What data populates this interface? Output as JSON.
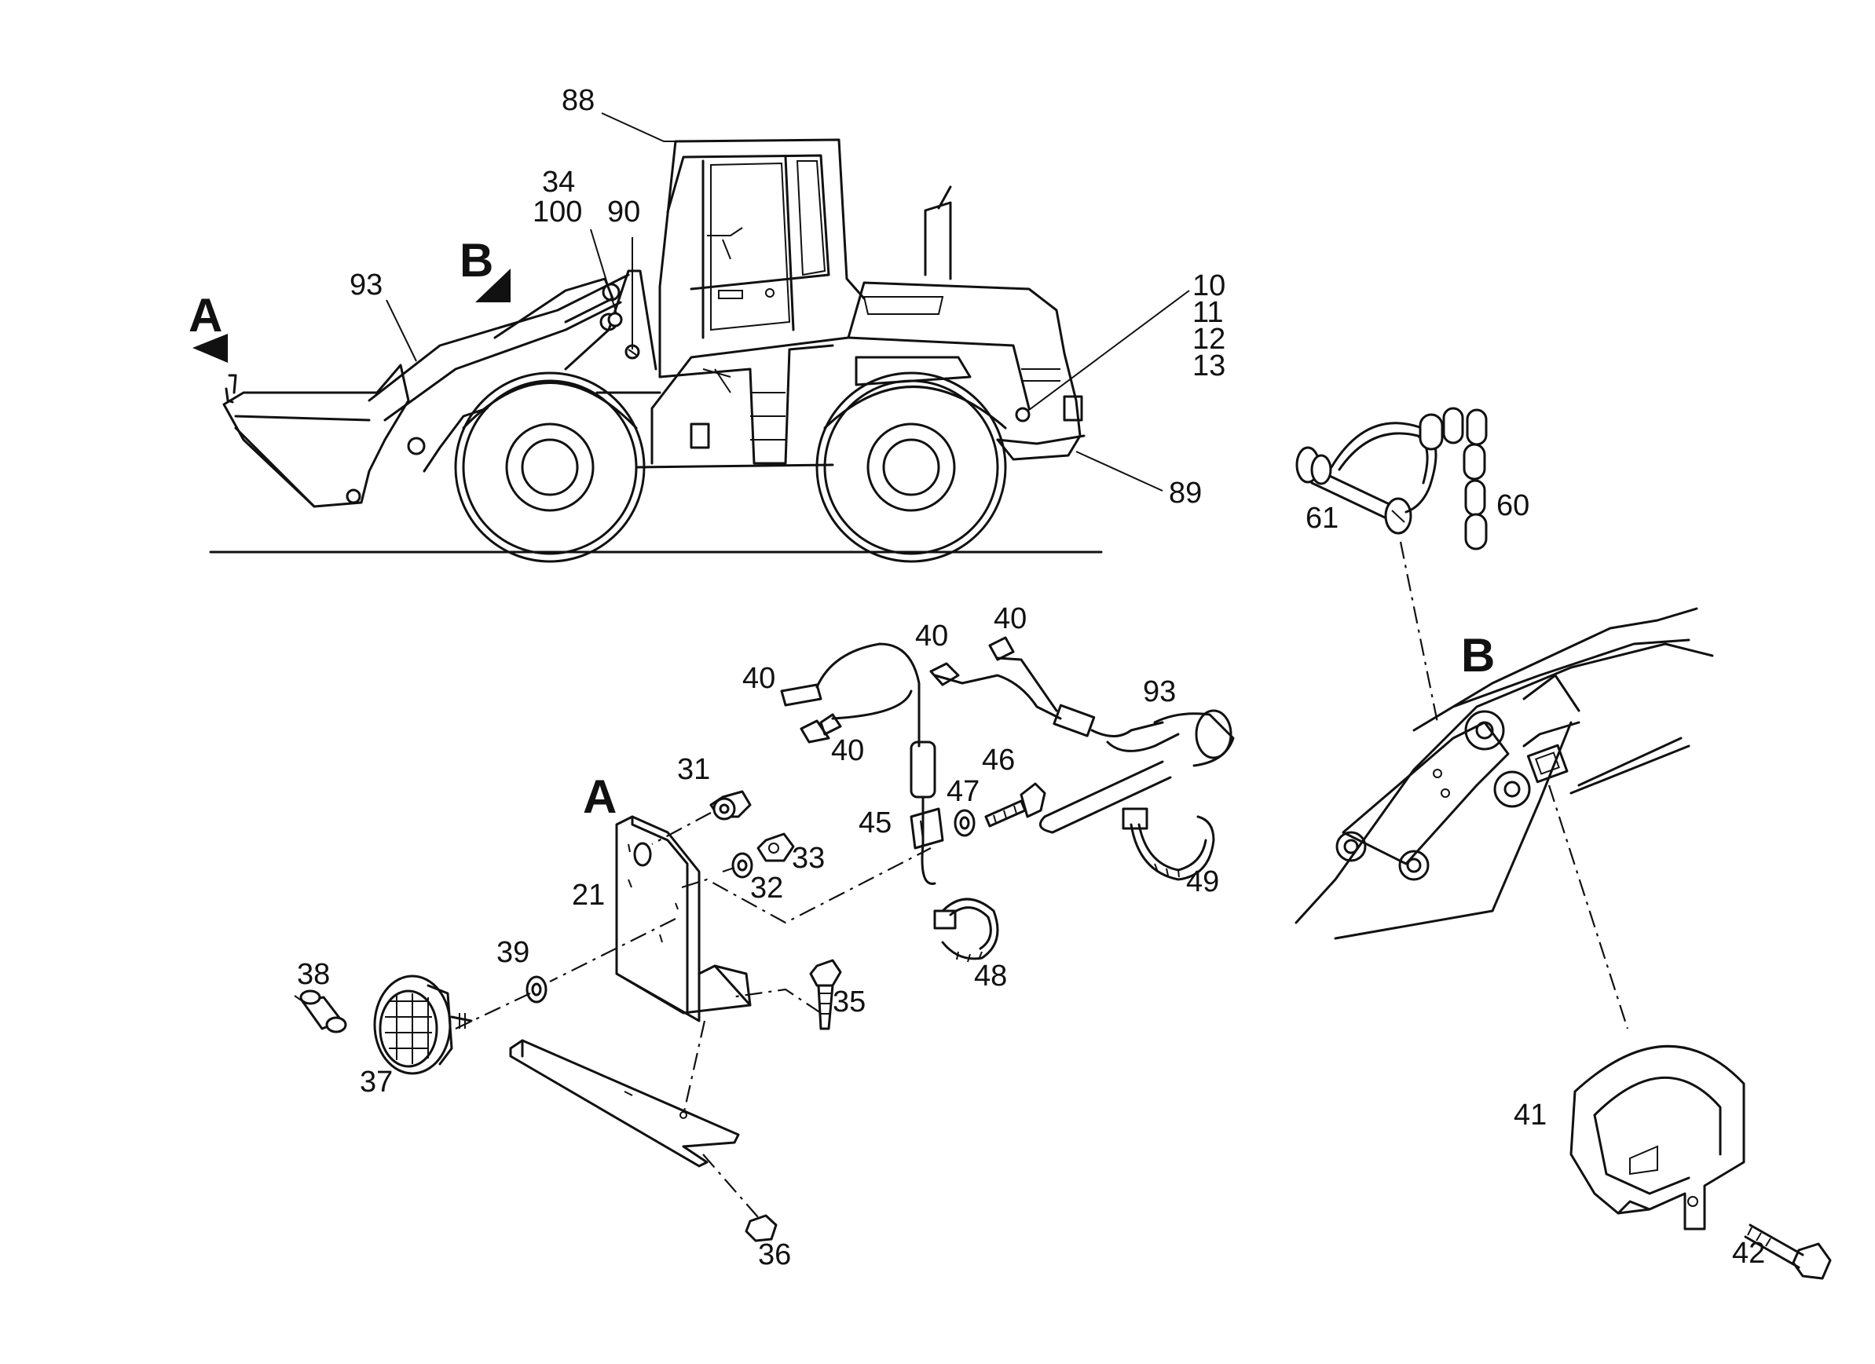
{
  "views": {
    "A": "A",
    "B": "B"
  },
  "callouts": {
    "c88": "88",
    "c34": "34",
    "c100": "100",
    "c90": "90",
    "c93top": "93",
    "c10": "10",
    "c11": "11",
    "c12": "12",
    "c13": "13",
    "c89": "89",
    "c61": "61",
    "c60": "60",
    "c40a": "40",
    "c40b": "40",
    "c40c": "40",
    "c40d": "40",
    "c93": "93",
    "c31": "31",
    "c46": "46",
    "c47": "47",
    "c45": "45",
    "c33": "33",
    "c32": "32",
    "c21": "21",
    "c49": "49",
    "c39": "39",
    "c38": "38",
    "c48": "48",
    "c35": "35",
    "c37": "37",
    "c41": "41",
    "c42": "42",
    "c36": "36"
  }
}
